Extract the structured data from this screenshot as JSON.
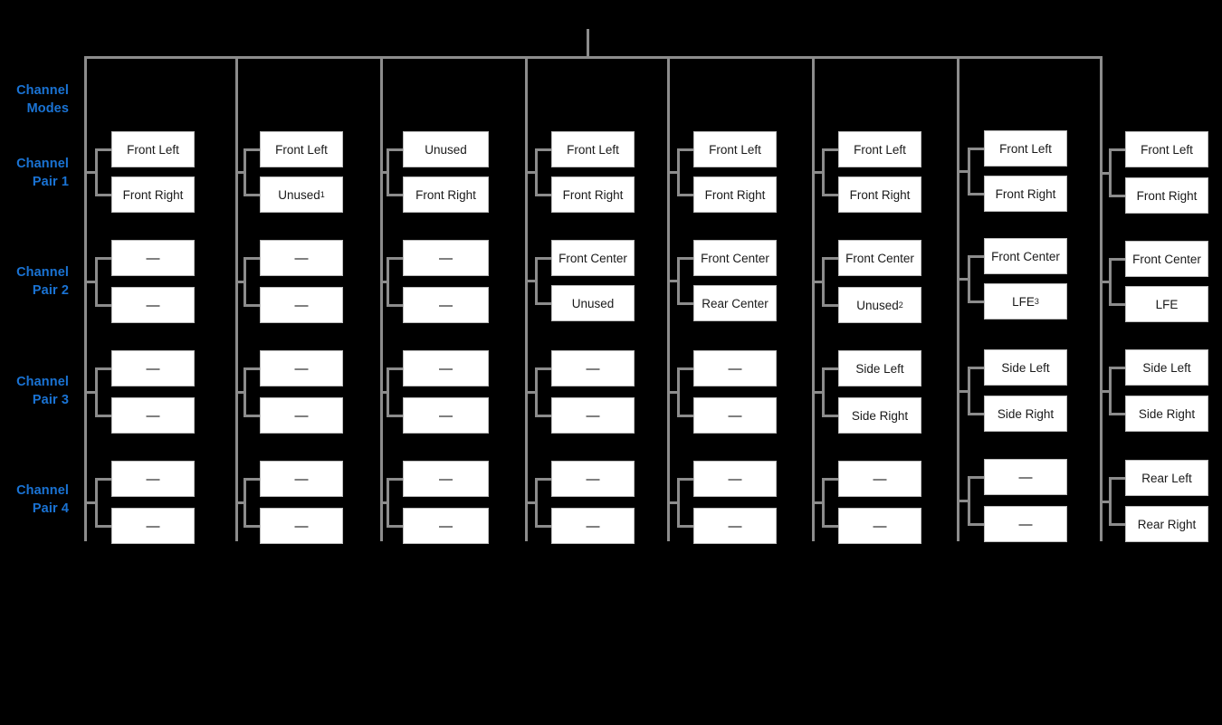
{
  "diagram": {
    "title": "Channel Modes / Channel Pair assignment tree",
    "accent_color": "#1a73d4",
    "box_fill": "#ffffff",
    "line_color": "#8c8c8c",
    "background": "#000000",
    "row_labels": [
      {
        "id": "channel-modes",
        "line1": "Channel",
        "line2": "Modes"
      },
      {
        "id": "channel-pair-1",
        "line1": "Channel",
        "line2": "Pair 1"
      },
      {
        "id": "channel-pair-2",
        "line1": "Channel",
        "line2": "Pair 2"
      },
      {
        "id": "channel-pair-3",
        "line1": "Channel",
        "line2": "Pair 3"
      },
      {
        "id": "channel-pair-4",
        "line1": "Channel",
        "line2": "Pair 4"
      }
    ],
    "dash": "—",
    "columns": [
      {
        "id": "mode-1",
        "pairs": [
          {
            "a": "Front Left",
            "a_sup": "",
            "b": "Front Right",
            "b_sup": ""
          },
          {
            "a": "—",
            "a_sup": "",
            "b": "—",
            "b_sup": ""
          },
          {
            "a": "—",
            "a_sup": "",
            "b": "—",
            "b_sup": ""
          },
          {
            "a": "—",
            "a_sup": "",
            "b": "—",
            "b_sup": ""
          }
        ]
      },
      {
        "id": "mode-2",
        "pairs": [
          {
            "a": "Front Left",
            "a_sup": "",
            "b": "Unused",
            "b_sup": "1"
          },
          {
            "a": "—",
            "a_sup": "",
            "b": "—",
            "b_sup": ""
          },
          {
            "a": "—",
            "a_sup": "",
            "b": "—",
            "b_sup": ""
          },
          {
            "a": "—",
            "a_sup": "",
            "b": "—",
            "b_sup": ""
          }
        ]
      },
      {
        "id": "mode-3",
        "pairs": [
          {
            "a": "Unused",
            "a_sup": "",
            "b": "Front Right",
            "b_sup": ""
          },
          {
            "a": "—",
            "a_sup": "",
            "b": "—",
            "b_sup": ""
          },
          {
            "a": "—",
            "a_sup": "",
            "b": "—",
            "b_sup": ""
          },
          {
            "a": "—",
            "a_sup": "",
            "b": "—",
            "b_sup": ""
          }
        ]
      },
      {
        "id": "mode-4",
        "pairs": [
          {
            "a": "Front Left",
            "a_sup": "",
            "b": "Front Right",
            "b_sup": ""
          },
          {
            "a": "Front Center",
            "a_sup": "",
            "b": "Unused",
            "b_sup": ""
          },
          {
            "a": "—",
            "a_sup": "",
            "b": "—",
            "b_sup": ""
          },
          {
            "a": "—",
            "a_sup": "",
            "b": "—",
            "b_sup": ""
          }
        ]
      },
      {
        "id": "mode-5",
        "pairs": [
          {
            "a": "Front Left",
            "a_sup": "",
            "b": "Front Right",
            "b_sup": ""
          },
          {
            "a": "Front Center",
            "a_sup": "",
            "b": "Rear Center",
            "b_sup": ""
          },
          {
            "a": "—",
            "a_sup": "",
            "b": "—",
            "b_sup": ""
          },
          {
            "a": "—",
            "a_sup": "",
            "b": "—",
            "b_sup": ""
          }
        ]
      },
      {
        "id": "mode-6",
        "pairs": [
          {
            "a": "Front Left",
            "a_sup": "",
            "b": "Front Right",
            "b_sup": ""
          },
          {
            "a": "Front Center",
            "a_sup": "",
            "b": "Unused",
            "b_sup": "2"
          },
          {
            "a": "Side Left",
            "a_sup": "",
            "b": "Side Right",
            "b_sup": ""
          },
          {
            "a": "—",
            "a_sup": "",
            "b": "—",
            "b_sup": ""
          }
        ]
      },
      {
        "id": "mode-7",
        "pairs": [
          {
            "a": "Front Left",
            "a_sup": "",
            "b": "Front Right",
            "b_sup": ""
          },
          {
            "a": "Front Center",
            "a_sup": "",
            "b": "LFE",
            "b_sup": "3"
          },
          {
            "a": "Side Left",
            "a_sup": "",
            "b": "Side Right",
            "b_sup": ""
          },
          {
            "a": "—",
            "a_sup": "",
            "b": "—",
            "b_sup": ""
          }
        ]
      },
      {
        "id": "mode-8",
        "pairs": [
          {
            "a": "Front Left",
            "a_sup": "",
            "b": "Front Right",
            "b_sup": ""
          },
          {
            "a": "Front Center",
            "a_sup": "",
            "b": "LFE",
            "b_sup": ""
          },
          {
            "a": "Side Left",
            "a_sup": "",
            "b": "Side Right",
            "b_sup": ""
          },
          {
            "a": "Rear Left",
            "a_sup": "",
            "b": "Rear Right",
            "b_sup": ""
          }
        ]
      }
    ]
  }
}
